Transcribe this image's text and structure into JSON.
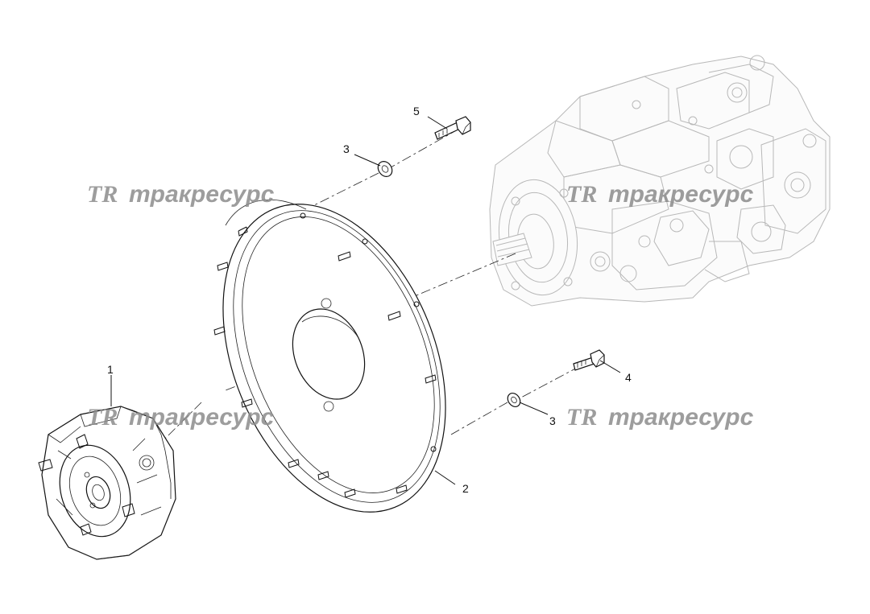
{
  "diagram": {
    "callouts": [
      {
        "id": "c1",
        "label": "1"
      },
      {
        "id": "c2",
        "label": "2"
      },
      {
        "id": "c3a",
        "label": "3"
      },
      {
        "id": "c3b",
        "label": "3"
      },
      {
        "id": "c4",
        "label": "4"
      },
      {
        "id": "c5",
        "label": "5"
      }
    ],
    "watermark": {
      "logo": "TR",
      "text": "тракресурс"
    }
  }
}
